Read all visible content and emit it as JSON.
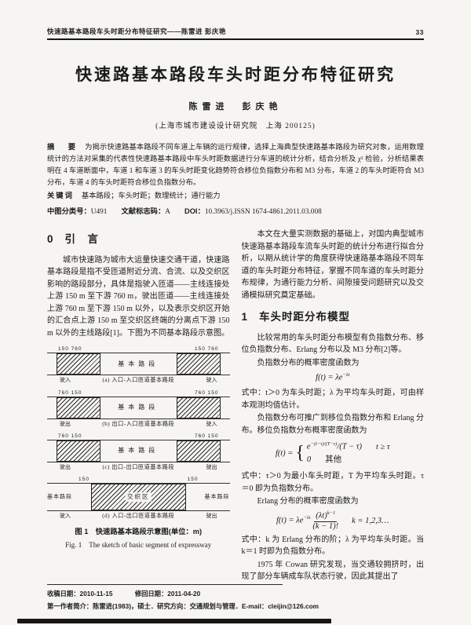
{
  "header": {
    "running_title": "快速路基本路段车头时距分布特征研究——陈雷进  彭庆艳",
    "page_number": "33"
  },
  "title": "快速路基本路段车头时距分布特征研究",
  "authors": "陈雷进　彭庆艳",
  "affiliation": "(上海市城市建设设计研究院　上海 200125)",
  "abstract": {
    "label": "摘　要",
    "text": "为揭示快速路基本路段不同车道上车辆的运行规律，选择上海典型快速路基本路段为研究对象，运用数理统计的方法对采集的代表性快速路基本路段中车头时距数据进行分车道的统计分析，结合分析及 χ² 检验，分析结果表明在 4 车道断面中，车道 1 和车道 3 的车头时距变化趋势符合移位负指数分布和 M3 分布，车道 2 的车头时距符合 M3 分布，车道 4 的车头时距符合移位负指数分布。"
  },
  "keywords": {
    "label": "关键词",
    "text": "基本路段；车头时距；数理统计；通行能力"
  },
  "meta": {
    "clc_label": "中图分类号：",
    "clc": "U491",
    "doc_label": "文献标志码：",
    "doc_code": "A",
    "doi_label": "DOI：",
    "doi": "10.3963/j.ISSN 1674-4861.2011.03.008"
  },
  "intro": {
    "num": "0",
    "heading": "引　言",
    "para1": "城市快速路为城市大运量快速交通干道，快速路基本路段是指不受匝道附近分流、合流、以及交织区影响的路段部分，具体是指驶入匝道——主线连接处上游 150 m 至下游 760 m，驶出匝道——主线连接处上游 760 m 至下游 150 m 以外，以及表示交织区开始的汇合点上游 150 m 至交织区终端的分离点下游 150 m 以外的主线路段[1]。下图为不同基本路段示意图。"
  },
  "figure": {
    "subs": [
      {
        "dim_left": "150   760",
        "dim_right": "150   760",
        "center": "基本路段",
        "below_left": "驶入",
        "below_right": "驶入",
        "caption": "(a) 入口-入口匝道基本路段"
      },
      {
        "dim_left": "760   150",
        "dim_right": "760   150",
        "center": "基本路段",
        "below_left": "驶出",
        "below_right": "驶入",
        "caption": "(b) 出口-入口匝道基本路段"
      },
      {
        "dim_left": "760   150",
        "dim_right": "760   150",
        "center": "基本路段",
        "below_left": "驶出",
        "below_right": "驶出",
        "caption": "(c) 出口-出口匝道基本路段"
      },
      {
        "dim_left": "150",
        "dim_right": "150",
        "center": "交织区",
        "side_left": "基本路段",
        "side_right": "基本路段",
        "below_left": "驶入",
        "below_right": "驶出",
        "caption": "(d) 入口-出口匝道基本路段"
      }
    ],
    "caption_cn": "图 1　快速路基本路段示意图(单位：m)",
    "caption_en": "Fig. 1　The sketch of basic segment of expressway"
  },
  "right": {
    "para1": "本文在大量实测数据的基础上，对国内典型城市快速路基本路段车流车头时距的统计分布进行拟合分析，以期从统计学的角度获得快速路基本路段不同车道的车头时距分布特征，掌握不同车道的车头时距分布规律，为通行能力分析、间隙接受问题研究以及交通模拟研究奠定基础。",
    "sect_num": "1",
    "sect_title": "车头时距分布模型",
    "para2": "比较常用的车头时距分布模型有负指数分布、移位负指数分布、Erlang 分布以及 M3 分布[2]等。",
    "para3": "负指数分布的概率密度函数为",
    "f1": {
      "base": "f(t) = λe",
      "sup": "−λt"
    },
    "para4": "式中：t＞0 为车头时距；λ 为平均车头时距，可由样本观测均值估计。",
    "para5": "负指数分布可推广到移位负指数分布和 Erlang 分布。移位负指数分布概率密度函数为",
    "f2": {
      "lhs": "f(t) =",
      "c1_base": "e",
      "c1_sup": "−(t−τ)/(T−τ)",
      "c1_rest": "/(T − τ)",
      "c1_cond": "t ≥ τ",
      "c2_base": "0",
      "c2_cond": "其他"
    },
    "para6": "式中：τ＞0 为最小车头时距，T 为平均车头时距。τ＝0 即为负指数分布。",
    "para7": "Erlang 分布的概率密度函数为",
    "f3": {
      "base": "f(t) = λe",
      "sup": "−λt",
      "num": "(λt)",
      "numsup": "k−1",
      "den": "(k − 1)!",
      "cond": "k = 1,2,3…"
    },
    "para8": "式中：k 为 Erlang 分布的阶；λ 为平均车头时距。当 k＝1 时即为负指数分布。",
    "para9": "1975 年 Cowan 研究发现，当交通较拥挤时，出现了部分车辆成车队状态行驶，因此其提出了"
  },
  "footer": {
    "received": "收稿日期：2010-11-15",
    "revised": "修回日期：2011-04-20",
    "bio": "第一作者简介：陈雷进(1983)，硕士．研究方向：交通规划与管理．E-mail：cleijin@126.com"
  }
}
